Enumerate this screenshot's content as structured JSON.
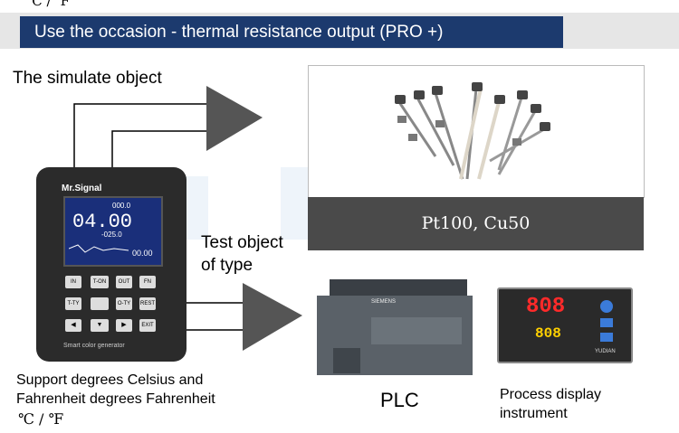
{
  "top_units": "℃ / ℉",
  "banner": {
    "title": "Use the occasion - thermal resistance output (PRO +)"
  },
  "simulate_label": "The simulate object",
  "test_label_line1": "Test object",
  "test_label_line2": "of type",
  "support_line1": "Support degrees Celsius and",
  "support_line2": "Fahrenheit degrees Fahrenheit",
  "support_units": "℃ / ℉",
  "photo_caption": "Pt100, Cu50",
  "plc_label": "PLC",
  "pdi_line1": "Process display",
  "pdi_line2": "instrument",
  "device": {
    "brand": "Mr.Signal",
    "main_value": "04.00",
    "sub_top": "000.0",
    "sub_bottom": "-025.0",
    "side_value": "00.00",
    "footer": "Smart color generator",
    "keys": [
      "IN",
      "T-ON",
      "OUT",
      "FN",
      "T-TY",
      "",
      "O-TY",
      "REST",
      "◀",
      "▼",
      "▶",
      "EXIT"
    ]
  },
  "plc": {
    "brand": "SIEMENS"
  },
  "pdi": {
    "pv": "808",
    "sv": "808",
    "brand": "YUDIAN"
  },
  "colors": {
    "banner": "#1c3a6e",
    "caption_bar": "#4a4a4a"
  }
}
